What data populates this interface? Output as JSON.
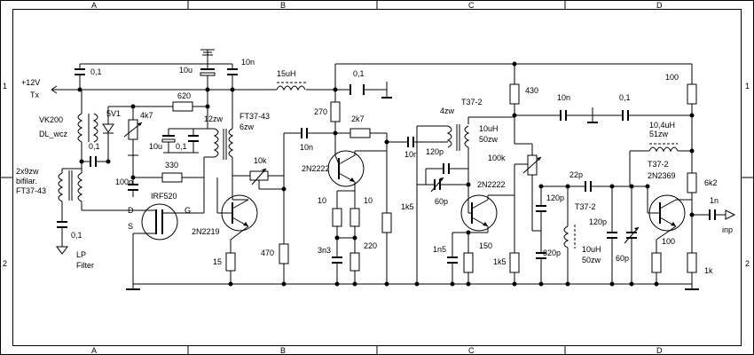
{
  "frame": {
    "cols_top": [
      "A",
      "B",
      "C",
      "D"
    ],
    "cols_bottom": [
      "A",
      "B",
      "C",
      "D"
    ],
    "rows_left": [
      "1",
      "2"
    ],
    "rows_right": [
      "1",
      "2"
    ]
  },
  "labels": {
    "supply": "+12V",
    "tx": "Tx",
    "vk200": "VK200",
    "dl_wcz": "DL_wcz",
    "c_top1": "0,1",
    "c_10u_top": "10u",
    "c_10n_top": "10n",
    "l_15uh": "15uH",
    "c_01_mid": "0,1",
    "r_620": "620",
    "d_5v1": "5V1",
    "pot_4k7": "4k7",
    "c_10u_mid": "10u",
    "c_01_mid2": "0,1",
    "t_12zw": "12zw",
    "ft3743": "FT37-43",
    "zw6": "6zw",
    "c_01_left": "0,1",
    "r_330": "330",
    "c_100n": "100n",
    "irf520": "IRF520",
    "d_pin": "D",
    "g_pin": "G",
    "s_pin": "S",
    "bifilar1": "2x9zw",
    "bifilar2": "bifilar.",
    "bifilar3": "FT37-43",
    "c_01_bot": "0,1",
    "lp": "LP",
    "filter": "Filter",
    "q_2n2219": "2N2219",
    "r_15": "15",
    "r_470": "470",
    "pot_10k": "10k",
    "c_10n_b": "10n",
    "r_270": "270",
    "r_2k7": "2k7",
    "q_2n2222a": "2N2222",
    "r_10a": "10",
    "r_10b": "10",
    "c_3n3": "3n3",
    "r_220": "220",
    "c_10n_c": "10n",
    "r_1k5a": "1k5",
    "t_4zw": "4zw",
    "t_t372a": "T37-2",
    "l_10uh_a": "10uH",
    "zw50a": "50zw",
    "c_120p_a": "120p",
    "c_60p_a": "60p",
    "q_2n2222b": "2N2222",
    "c_1n5": "1n5",
    "r_150": "150",
    "r_1k5b": "1k5",
    "r_430": "430",
    "pot_100k": "100k",
    "c_10n_d": "10n",
    "c_01_d": "0,1",
    "c_22p": "22p",
    "c_120p_b": "120p",
    "c_820p": "820p",
    "t_t372b": "T37-2",
    "c_120p_c": "120p",
    "l_10uh_b": "10uH",
    "zw50b": "50zw",
    "c_60p_b": "60p",
    "r_100a": "100",
    "l_104uh": "10,4uH",
    "zw51": "51zw",
    "t_t372c": "T37-2",
    "q_2n2369": "2N2369",
    "r_6k2": "6k2",
    "c_1n": "1n",
    "inp": "inp",
    "r_100b": "100",
    "r_1k": "1k"
  }
}
